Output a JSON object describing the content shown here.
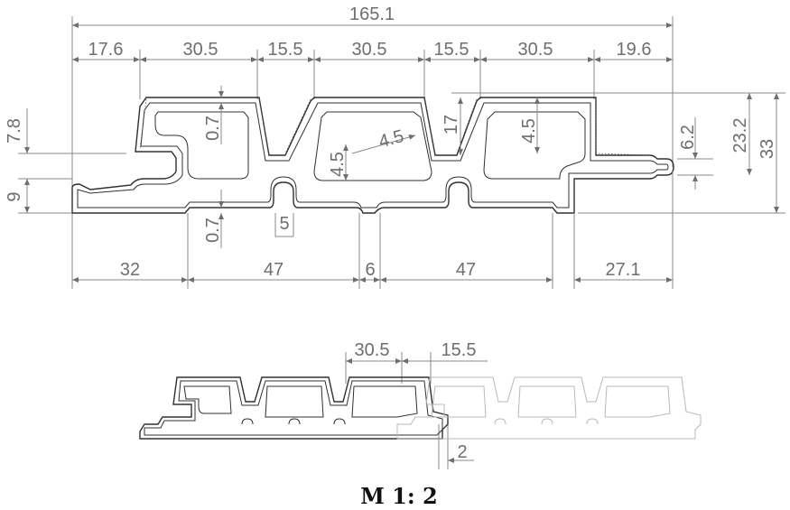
{
  "main_view": {
    "overall_width": "165.1",
    "top_dims": [
      "17.6",
      "30.5",
      "15.5",
      "30.5",
      "15.5",
      "30.5",
      "19.6"
    ],
    "bottom_dims": [
      "32",
      "47",
      "6",
      "47",
      "27.1"
    ],
    "right_dims": [
      "6.2",
      "23.2",
      "33"
    ],
    "left_dims": [
      "7.8",
      "9"
    ],
    "inner_dims": {
      "wall_top": "0.7",
      "wall_bottom": "0.7",
      "chamber_depth": "4.5",
      "groove_depth": "4.5",
      "chamber_left_depth": "4.5",
      "rib_height": "17",
      "slot_width": "5"
    }
  },
  "scale_view": {
    "dims": [
      "30.5",
      "15.5",
      "2"
    ],
    "scale_label": "M 1: 2"
  }
}
